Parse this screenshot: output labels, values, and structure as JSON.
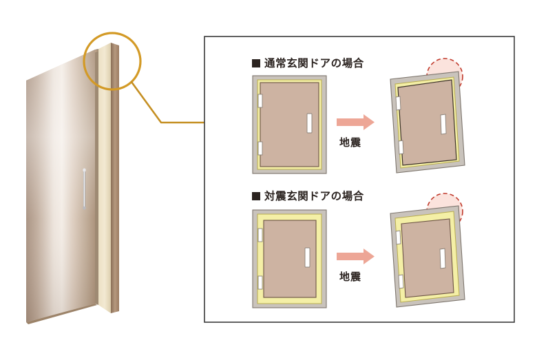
{
  "figure": {
    "title_normal": "通常玄関ドアの場合",
    "title_quake": "対震玄関ドアの場合",
    "arrow_label_normal": "地震",
    "arrow_label_quake": "地震",
    "bullet_glyph": "■"
  },
  "colors": {
    "door_panel": "#cdb3a2",
    "door_panel_stroke": "#6b5244",
    "outer_frame": "#c9c3bc",
    "outer_frame_stroke": "#7c746c",
    "clearance_yellow": "#f4efa6",
    "clearance_yellow_stroke": "#b9ad4e",
    "handle_white": "#ffffff",
    "handle_stroke": "#8a8178",
    "arrow_pink": "#eda696",
    "alert_circle_stroke": "#c0392b",
    "alert_circle_fill": "#fbe3dd",
    "callout_orange": "#d39a26",
    "panel_border": "#3a3a3a",
    "text": "#2b2320"
  },
  "callout": {
    "shape": "magnifier-circle",
    "target": "door-top-hinge-gap"
  },
  "doors": {
    "normal_before": {
      "state": "before-earthquake",
      "frame": "thin-clearance"
    },
    "normal_after": {
      "state": "after-earthquake",
      "frame": "thin-clearance",
      "result": "door-jammed"
    },
    "quake_before": {
      "state": "before-earthquake",
      "frame": "wide-clearance"
    },
    "quake_after": {
      "state": "after-earthquake",
      "frame": "wide-clearance",
      "result": "door-opens"
    }
  }
}
